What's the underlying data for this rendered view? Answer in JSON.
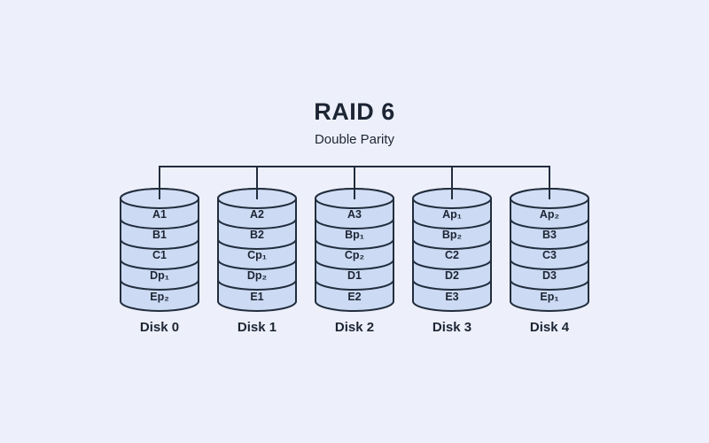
{
  "title": "RAID 6",
  "subtitle": "Double Parity",
  "colors": {
    "background": "#edf0fb",
    "cylinder_fill": "#ccdaf3",
    "cylinder_top_fill": "#d2def5",
    "stroke": "#222d3d",
    "text": "#1d2534"
  },
  "disks": [
    {
      "name": "Disk 0",
      "blocks": [
        "A1",
        "B1",
        "C1",
        "Dp₁",
        "Ep₂"
      ]
    },
    {
      "name": "Disk 1",
      "blocks": [
        "A2",
        "B2",
        "Cp₁",
        "Dp₂",
        "E1"
      ]
    },
    {
      "name": "Disk 2",
      "blocks": [
        "A3",
        "Bp₁",
        "Cp₂",
        "D1",
        "E2"
      ]
    },
    {
      "name": "Disk 3",
      "blocks": [
        "Ap₁",
        "Bp₂",
        "C2",
        "D2",
        "E3"
      ]
    },
    {
      "name": "Disk 4",
      "blocks": [
        "Ap₂",
        "B3",
        "C3",
        "D3",
        "Ep₁"
      ]
    }
  ]
}
